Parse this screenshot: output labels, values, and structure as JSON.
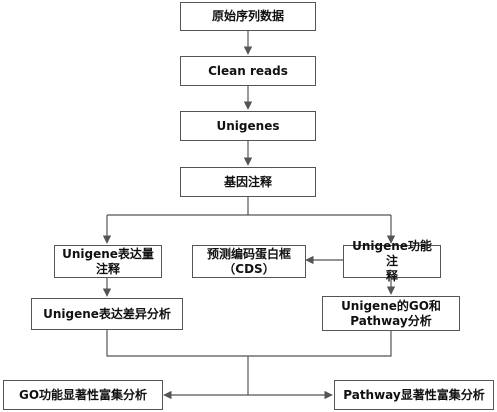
{
  "nodes": {
    "raw": "原始序列数据",
    "clean": "Clean reads",
    "unigenes": "Unigenes",
    "annotation": "基因注释",
    "expr_quant": [
      "Unigene表达量",
      "注释"
    ],
    "cds": [
      "预测编码蛋白框",
      "（CDS）"
    ],
    "func_annot": [
      "Unigene功能注",
      "释"
    ],
    "diff_expr": "Unigene表达差异分析",
    "go_pathway": [
      "Unigene的GO和",
      "Pathway分析"
    ],
    "go_enrich": "GO功能显著性富集分析",
    "pathway_enrich": "Pathway显著性富集分析"
  },
  "colors": {
    "line": "#555555",
    "border": "#555555",
    "text": "#111111"
  }
}
